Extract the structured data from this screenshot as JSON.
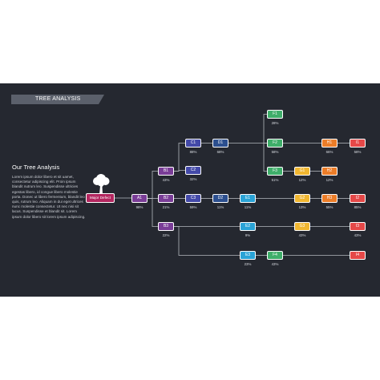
{
  "header": {
    "title": "TREE ANALYSIS"
  },
  "intro": {
    "heading": "Our Tree Analysis",
    "body": "Lorem ipsum dolor libero et sit uamet, consectetur adipiscing elit. Proin ipsum blandit nutrum leo. Suspendisse ultricies egestas libero, id congue libero molestie porta. Donec ut libero fermentum, blandit leo quis, rutrum leo. Aliquam in dui eget ultrices nunc molestie consectetur. Ut nec nisi sit lacus. Suspendisse et blandit sit. Lorem ipsum dolor libero sit lorem ipsum adipiscing."
  },
  "colors": {
    "background": "#252830",
    "maroon": "#b3265f",
    "purple": "#7a3d97",
    "indigo": "#4349a8",
    "navy": "#2c4f8f",
    "blue": "#2aa3d6",
    "green": "#3fae6a",
    "yellow": "#f0b630",
    "orange": "#ec7d28",
    "red": "#e54848",
    "connector": "#b5b8bf"
  },
  "tree": {
    "root": {
      "label": "Major Defect",
      "icon": "tree-icon"
    },
    "nodes": [
      {
        "id": "A1",
        "label": "A1",
        "pct": "98%",
        "color": "purple"
      },
      {
        "id": "B1",
        "label": "B1",
        "pct": "43%",
        "color": "purple"
      },
      {
        "id": "B2",
        "label": "B2",
        "pct": "21%",
        "color": "purple"
      },
      {
        "id": "B3",
        "label": "B3",
        "pct": "22%",
        "color": "purple"
      },
      {
        "id": "C1",
        "label": "C1",
        "pct": "88%",
        "color": "indigo"
      },
      {
        "id": "C2",
        "label": "C2",
        "pct": "32%",
        "color": "indigo"
      },
      {
        "id": "C3",
        "label": "C3",
        "pct": "59%",
        "color": "indigo"
      },
      {
        "id": "D1",
        "label": "D1",
        "pct": "68%",
        "color": "navy"
      },
      {
        "id": "D2",
        "label": "D2",
        "pct": "11%",
        "color": "navy"
      },
      {
        "id": "E1",
        "label": "E1",
        "pct": "11%",
        "color": "blue"
      },
      {
        "id": "E2",
        "label": "E2",
        "pct": "9%",
        "color": "blue"
      },
      {
        "id": "E3",
        "label": "E3",
        "pct": "23%",
        "color": "blue"
      },
      {
        "id": "F1",
        "label": "F1",
        "pct": "28%",
        "color": "green"
      },
      {
        "id": "F2",
        "label": "F2",
        "pct": "58%",
        "color": "green"
      },
      {
        "id": "F3",
        "label": "F3",
        "pct": "51%",
        "color": "green"
      },
      {
        "id": "F4",
        "label": "F4",
        "pct": "43%",
        "color": "green"
      },
      {
        "id": "G1",
        "label": "G1",
        "pct": "12%",
        "color": "yellow"
      },
      {
        "id": "G2",
        "label": "G2",
        "pct": "13%",
        "color": "yellow"
      },
      {
        "id": "G3",
        "label": "G3",
        "pct": "43%",
        "color": "yellow"
      },
      {
        "id": "H1",
        "label": "H1",
        "pct": "66%",
        "color": "orange"
      },
      {
        "id": "H2",
        "label": "H2",
        "pct": "12%",
        "color": "orange"
      },
      {
        "id": "H3",
        "label": "H3",
        "pct": "55%",
        "color": "orange"
      },
      {
        "id": "I1",
        "label": "I1",
        "pct": "58%",
        "color": "red"
      },
      {
        "id": "I2",
        "label": "I2",
        "pct": "85%",
        "color": "red"
      },
      {
        "id": "I3",
        "label": "I3",
        "pct": "43%",
        "color": "red"
      },
      {
        "id": "I4",
        "label": "I4",
        "pct": "",
        "color": "red"
      }
    ],
    "edges": [
      [
        "root",
        "A1"
      ],
      [
        "A1",
        "B1"
      ],
      [
        "A1",
        "B2"
      ],
      [
        "A1",
        "B3"
      ],
      [
        "B1",
        "C1"
      ],
      [
        "B1",
        "C2"
      ],
      [
        "C1",
        "D1"
      ],
      [
        "D1",
        "F2"
      ],
      [
        "F2",
        "F1"
      ],
      [
        "F2",
        "F3"
      ],
      [
        "F2",
        "H1"
      ],
      [
        "H1",
        "I1"
      ],
      [
        "F3",
        "G1"
      ],
      [
        "G1",
        "H2"
      ],
      [
        "B2",
        "C3"
      ],
      [
        "C3",
        "D2"
      ],
      [
        "D2",
        "E1"
      ],
      [
        "E1",
        "G2"
      ],
      [
        "G2",
        "H3"
      ],
      [
        "H3",
        "I2"
      ],
      [
        "B3",
        "E2"
      ],
      [
        "B3",
        "E3"
      ],
      [
        "E2",
        "G3"
      ],
      [
        "G3",
        "I3"
      ],
      [
        "E3",
        "F4"
      ],
      [
        "F4",
        "I4"
      ]
    ]
  }
}
